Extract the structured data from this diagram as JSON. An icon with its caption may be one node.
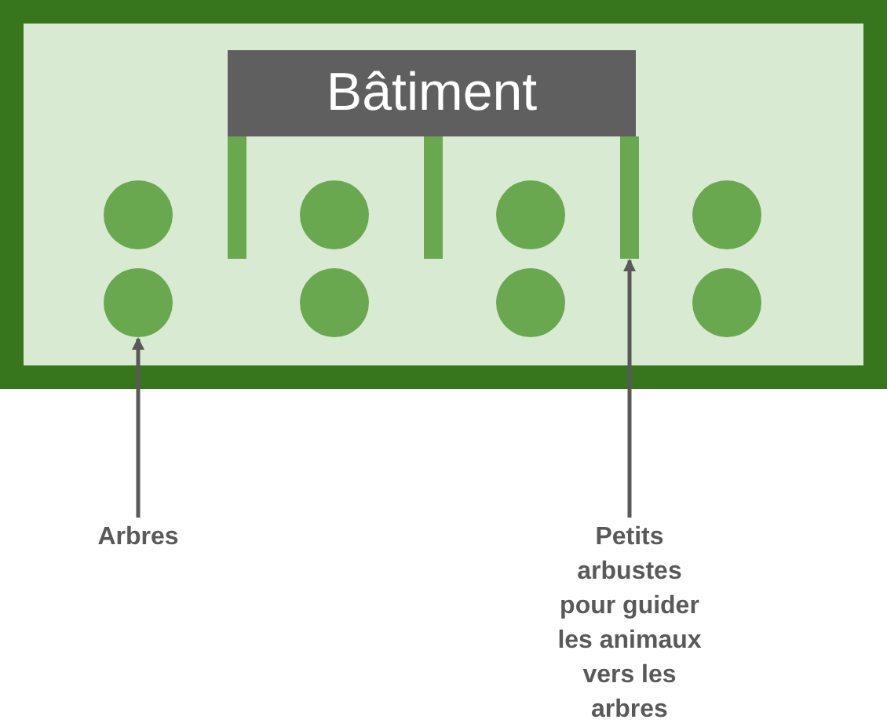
{
  "diagram": {
    "nodes": [
      {
        "text": [],
        "shape": "box"
      },
      {
        "text": [
          "Bâtiment"
        ],
        "in": 0
      },
      {
        "text": [],
        "shape": "bar",
        "in": 0
      },
      {
        "text": [],
        "shape": "bar",
        "in": 0
      },
      {
        "text": [],
        "shape": "bar",
        "in": 0
      },
      {
        "text": [],
        "shape": "circle",
        "in": 0
      },
      {
        "text": [],
        "shape": "circle",
        "in": 0
      },
      {
        "text": [],
        "shape": "circle",
        "in": 0
      },
      {
        "text": [],
        "shape": "circle",
        "in": 0
      },
      {
        "text": [],
        "shape": "circle",
        "in": 0
      },
      {
        "text": [],
        "shape": "circle",
        "in": 0
      },
      {
        "text": [],
        "shape": "circle",
        "in": 0
      },
      {
        "text": [],
        "shape": "circle",
        "in": 0
      },
      {
        "text": [
          "Arbres"
        ]
      },
      {
        "text": [
          "Petits arbustes pour guider les animaux vers les arbres"
        ]
      }
    ],
    "edges": [
      {
        "from": 13,
        "to": 9,
        "arrow": "to"
      },
      {
        "from": 14,
        "to": 4,
        "arrow": "to"
      }
    ]
  }
}
